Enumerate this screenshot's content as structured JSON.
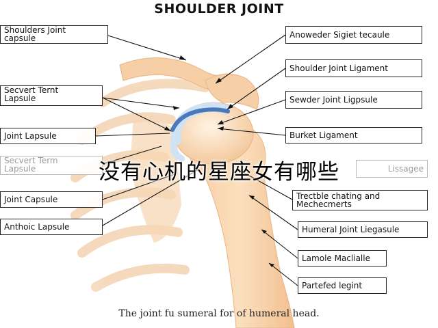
{
  "diagram": {
    "title": "SHOULDER JOINT",
    "caption": "The joint fu sumeral for of humeral head.",
    "overlay_text": "没有心机的星座女有哪些",
    "labels_left": [
      {
        "id": "shoulders-joint-capsule",
        "text": "Shoulders Joint\ncapsule"
      },
      {
        "id": "secvert-ternt-lapsule",
        "text": "Secvert Ternt\nLapsule"
      },
      {
        "id": "joint-lapsule",
        "text": "Joint Lapsule"
      },
      {
        "id": "secvert-term-lapsule-faded",
        "text": "Secvert Term\nLapsule"
      },
      {
        "id": "joint-capsule",
        "text": "Joint Capsule"
      },
      {
        "id": "anthoic-lapsule",
        "text": "Anthoic Lapsule"
      }
    ],
    "labels_right": [
      {
        "id": "anoweder-sigiet-tecaule",
        "text": "Anoweder Sigiet tecaule"
      },
      {
        "id": "shoulder-joint-ligament",
        "text": "Shoulder Joint Ligament"
      },
      {
        "id": "sewder-joint-ligpsule",
        "text": "Sewder Joint Ligpsule"
      },
      {
        "id": "burket-ligament",
        "text": "Burket Ligament"
      },
      {
        "id": "lissagee-faded",
        "text": "Lissagee"
      },
      {
        "id": "trectble-chating",
        "text": "Trectble chating and\nMechecmerts"
      },
      {
        "id": "humeral-joint-liegasule",
        "text": "Humeral Joint Liegasule"
      },
      {
        "id": "lamole-maclialle",
        "text": "Lamole Maclialle"
      },
      {
        "id": "partefed-legint",
        "text": "Partefed legint"
      }
    ],
    "colors": {
      "skin": "#f8d6ad",
      "skin_shade": "#eeb98a",
      "cartilage": "#4a78b8",
      "cartilage_light": "#cfe3f5",
      "line": "#111111"
    }
  }
}
